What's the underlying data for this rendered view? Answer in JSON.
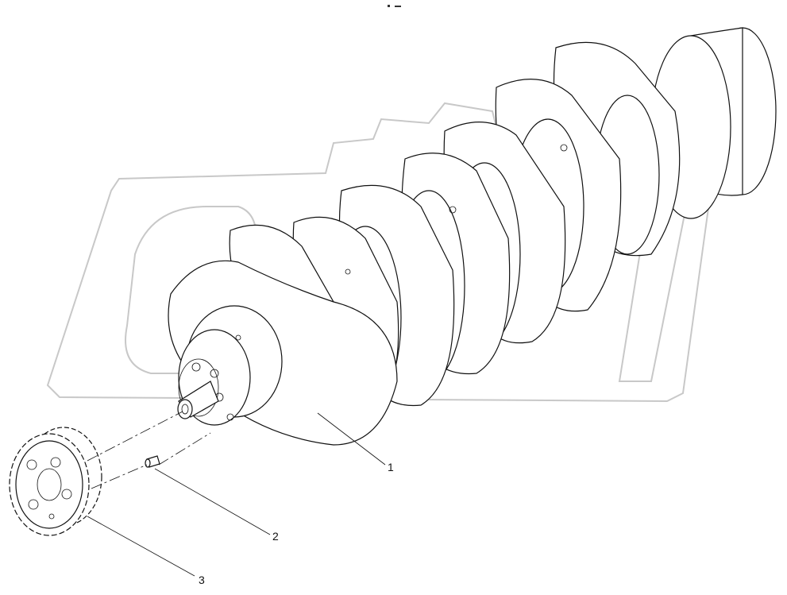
{
  "diagram": {
    "callouts": [
      {
        "number": "1",
        "part": "crankshaft"
      },
      {
        "number": "2",
        "part": "pin"
      },
      {
        "number": "3",
        "part": "gear"
      }
    ],
    "colors": {
      "line": "#111111",
      "watermark": "#c8c8c8",
      "background": "#ffffff"
    }
  }
}
